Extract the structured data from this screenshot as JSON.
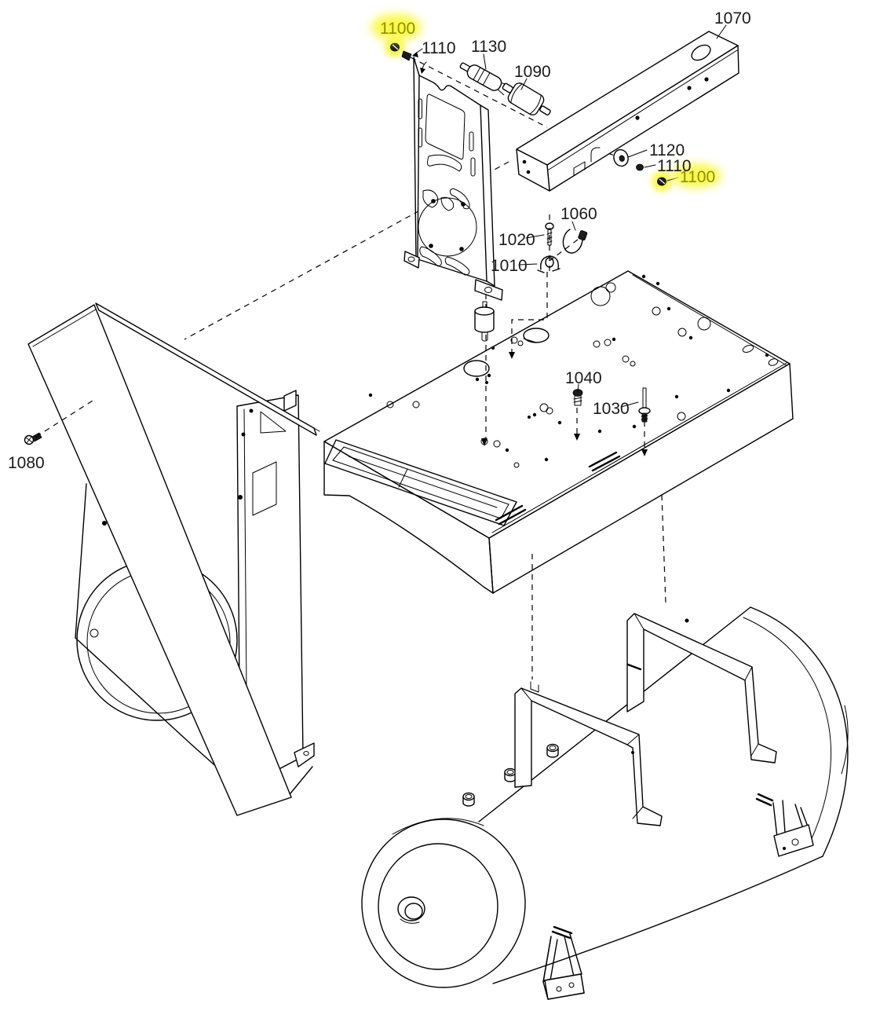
{
  "diagram": {
    "type": "exploded-parts-diagram",
    "subject": "air-compressor-frame-tank-assembly",
    "colors": {
      "background": "#ffffff",
      "line": "#000000",
      "label_text": "#1a1a1a",
      "highlight_glow": "#f8f840",
      "highlight_text": "#8f8f00"
    },
    "labels": [
      {
        "text": "1100",
        "highlighted": true
      },
      {
        "text": "1110",
        "highlighted": false
      },
      {
        "text": "1130",
        "highlighted": false
      },
      {
        "text": "1090",
        "highlighted": false
      },
      {
        "text": "1070",
        "highlighted": false
      },
      {
        "text": "1120",
        "highlighted": false
      },
      {
        "text": "1110",
        "highlighted": false
      },
      {
        "text": "1100",
        "highlighted": true
      },
      {
        "text": "1060",
        "highlighted": false
      },
      {
        "text": "1020",
        "highlighted": false
      },
      {
        "text": "1010",
        "highlighted": false
      },
      {
        "text": "1040",
        "highlighted": false
      },
      {
        "text": "1030",
        "highlighted": false
      },
      {
        "text": "1080",
        "highlighted": false
      }
    ],
    "parts": [
      {
        "name": "mounting-plate-bracket"
      },
      {
        "name": "support-beam"
      },
      {
        "name": "coupler-pin"
      },
      {
        "name": "rubber-isolator"
      },
      {
        "name": "fan-shroud-panel"
      },
      {
        "name": "base-deck"
      },
      {
        "name": "air-tank"
      },
      {
        "name": "tank-strap-front"
      },
      {
        "name": "tank-strap-rear"
      },
      {
        "name": "tank-foot-left"
      },
      {
        "name": "tank-foot-right"
      },
      {
        "name": "isolator-mount"
      },
      {
        "name": "hose-clamp"
      },
      {
        "name": "cable-clip"
      },
      {
        "name": "screws-and-washers"
      }
    ]
  }
}
